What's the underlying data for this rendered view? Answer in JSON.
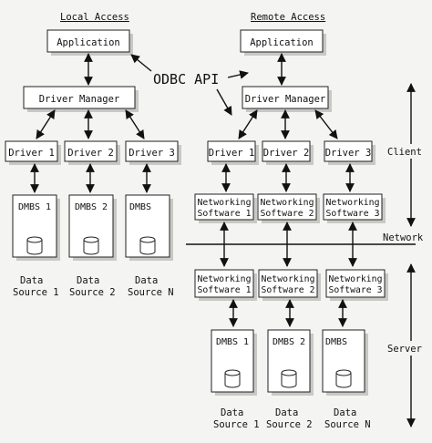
{
  "headings": {
    "local": "Local Access",
    "remote": "Remote Access"
  },
  "api_label": "ODBC API",
  "local": {
    "application": "Application",
    "driver_manager": "Driver Manager",
    "drivers": [
      "Driver 1",
      "Driver 2",
      "Driver 3"
    ],
    "dbms": [
      "DMBS 1",
      "DMBS 2",
      "DMBS"
    ],
    "data_sources": [
      {
        "line1": "Data",
        "line2": "Source 1"
      },
      {
        "line1": "Data",
        "line2": "Source 2"
      },
      {
        "line1": "Data",
        "line2": "Source N"
      }
    ]
  },
  "remote": {
    "application": "Application",
    "driver_manager": "Driver Manager",
    "drivers": [
      "Driver 1",
      "Driver 2",
      "Driver 3"
    ],
    "client_networking": [
      {
        "line1": "Networking",
        "line2": "Software 1"
      },
      {
        "line1": "Networking",
        "line2": "Software 2"
      },
      {
        "line1": "Networking",
        "line2": "Software 3"
      }
    ],
    "server_networking": [
      {
        "line1": "Networking",
        "line2": "Software 1"
      },
      {
        "line1": "Networking",
        "line2": "Software 2"
      },
      {
        "line1": "Networking",
        "line2": "Software 3"
      }
    ],
    "dbms": [
      "DMBS 1",
      "DMBS 2",
      "DMBS"
    ],
    "data_sources": [
      {
        "line1": "Data",
        "line2": "Source 1"
      },
      {
        "line1": "Data",
        "line2": "Source 2"
      },
      {
        "line1": "Data",
        "line2": "Source N"
      }
    ]
  },
  "side_labels": {
    "client": "Client",
    "network": "Network",
    "server": "Server"
  }
}
